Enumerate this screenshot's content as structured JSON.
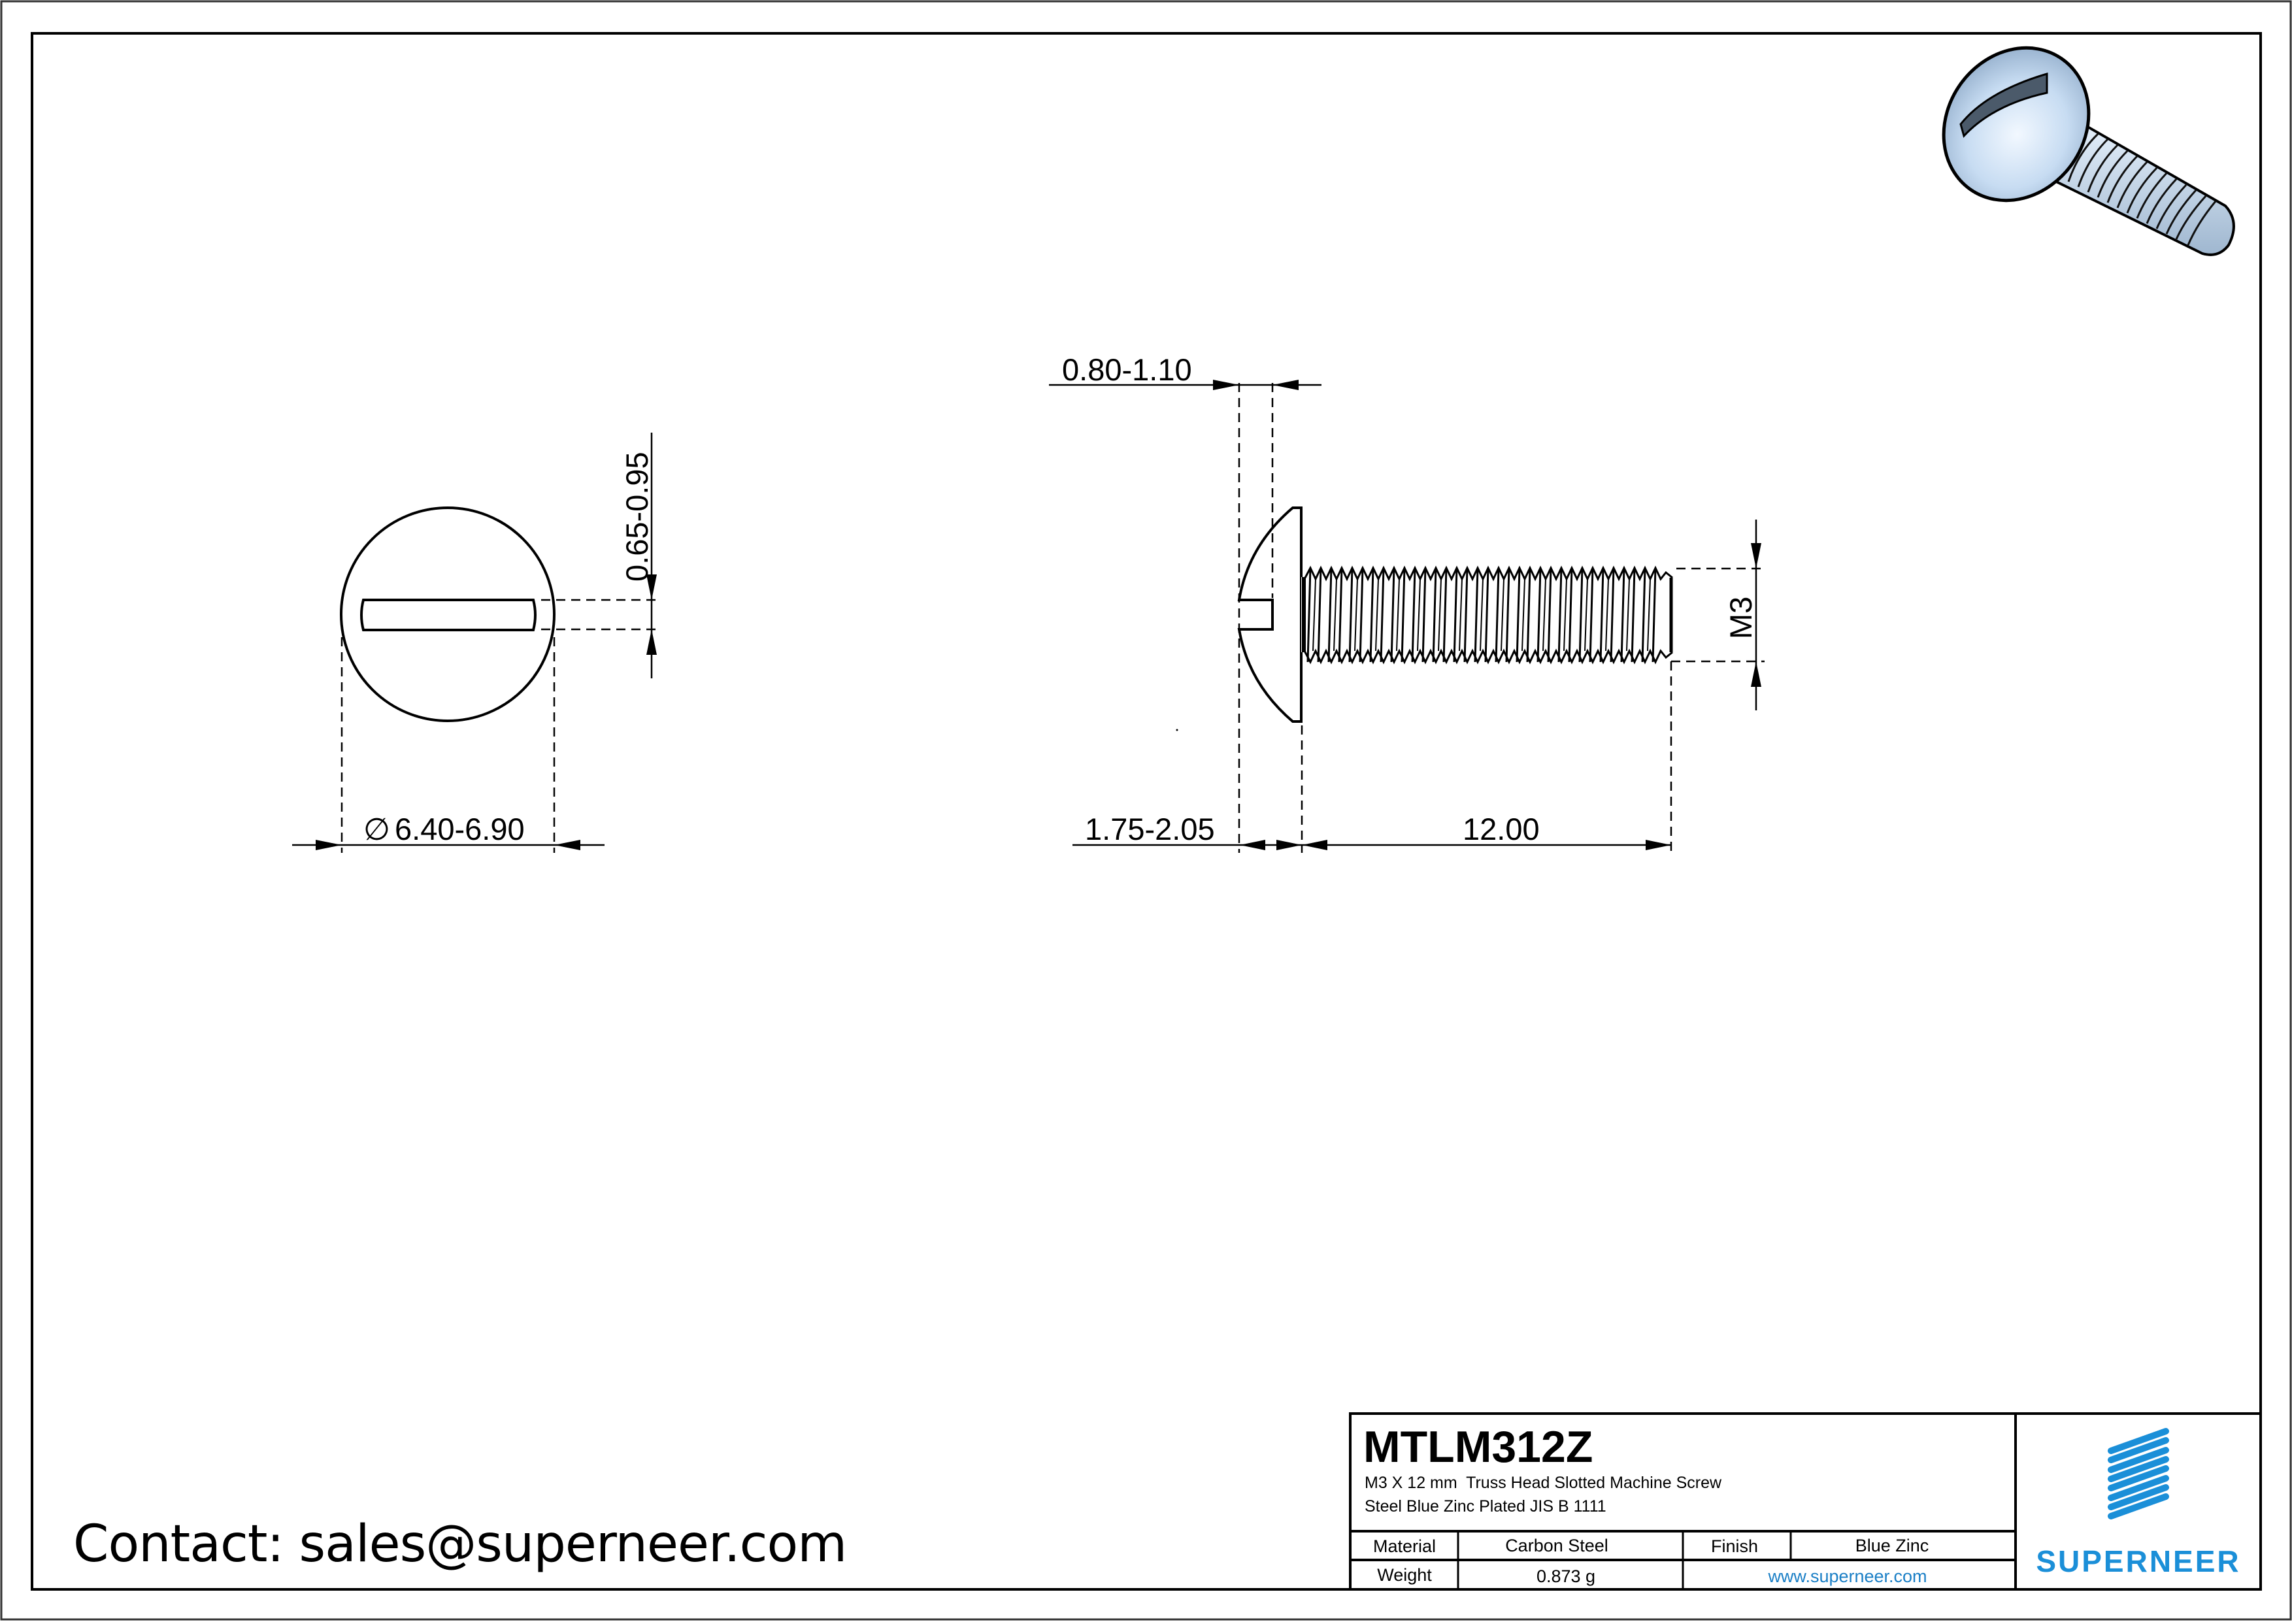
{
  "drawing": {
    "part_number": "MTLM312Z",
    "description_line1": "M3 X 12 mm  Truss Head Slotted Machine Screw",
    "description_line2": "Steel Blue Zinc Plated JIS B 1111",
    "front_view": {
      "diameter_symbol": "∅",
      "head_diameter": "6.40-6.90",
      "slot_width": "0.65-0.95"
    },
    "side_view": {
      "slot_depth": "0.80-1.10",
      "head_height": "1.75-2.05",
      "length": "12.00",
      "thread": "M3"
    }
  },
  "title_block": {
    "material_label": "Material",
    "material_value": "Carbon Steel",
    "finish_label": "Finish",
    "finish_value": "Blue Zinc",
    "weight_label": "Weight",
    "weight_value": "0.873 g",
    "website": "www.superneer.com",
    "logo_text": "SUPERNEER"
  },
  "contact": {
    "text": "Contact: sales@superneer.com"
  },
  "colors": {
    "brand_blue": "#1b8fd8",
    "link_blue": "#1a7fc6",
    "line": "#000000"
  },
  "views": {
    "isometric_render_icon": "3d-screw-render"
  }
}
